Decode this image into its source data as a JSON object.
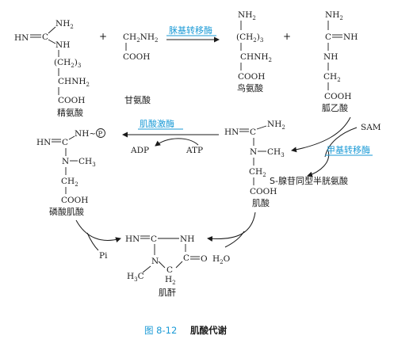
{
  "arginine": {
    "guan_left": "HN",
    "guan_top": "NH",
    "guan_top_sub": "2",
    "c": "C",
    "nh": "NH",
    "chain": "(CH",
    "chain_sub": "2",
    "chain_tail": ")",
    "chain_n": "3",
    "chnh": "CHNH",
    "chnh_sub": "2",
    "cooh": "COOH",
    "name": "精氨酸"
  },
  "glycine": {
    "ch2nh2": "CH",
    "ch2nh2_sub1": "2",
    "ch2nh2_mid": "NH",
    "ch2nh2_sub2": "2",
    "cooh": "COOH",
    "name": "甘氨酸"
  },
  "ornithine": {
    "nh2": "NH",
    "nh2_sub": "2",
    "chain": "(CH",
    "chain_sub": "2",
    "chain_tail": ")",
    "chain_n": "3",
    "chnh": "CHNH",
    "chnh_sub": "2",
    "cooh": "COOH",
    "name": "鸟氨酸"
  },
  "guanidinoacetate": {
    "nh2": "NH",
    "nh2_sub": "2",
    "c": "C",
    "nh_right": "NH",
    "nh": "NH",
    "ch2": "CH",
    "ch2_sub": "2",
    "cooh": "COOH",
    "name": "胍乙酸"
  },
  "creatine": {
    "hn": "HN",
    "c": "C",
    "nh2": "NH",
    "nh2_sub": "2",
    "n": "N",
    "ch3": "CH",
    "ch3_sub": "3",
    "ch2": "CH",
    "ch2_sub": "2",
    "cooh": "COOH",
    "name": "肌酸"
  },
  "phosphocreatine": {
    "hn": "HN",
    "c": "C",
    "nh_p": "NH~",
    "p": "P",
    "n": "N",
    "ch3": "CH",
    "ch3_sub": "3",
    "ch2": "CH",
    "ch2_sub": "2",
    "cooh": "COOH",
    "name": "磷酸肌酸"
  },
  "creatinine": {
    "hn": "HN",
    "c": "C",
    "nh": "NH",
    "n": "N",
    "h3c": "H",
    "h3c_sub": "3",
    "h3c_tail": "C",
    "ch2": "C",
    "h2": "H",
    "h2_sub": "2",
    "co": "C",
    "o": "O",
    "name": "肌酐"
  },
  "reaction": {
    "plus": "+",
    "amidinotransferase": "脒基转移酶",
    "creatine_kinase": "肌酸激酶",
    "methyltransferase": "甲基转移酶",
    "adp": "ADP",
    "atp": "ATP",
    "sam": "SAM",
    "sah": "S-腺苷同型半胱氨酸",
    "pi": "Pi",
    "h2o": "H",
    "h2o_sub": "2",
    "h2o_tail": "O"
  },
  "caption": {
    "label": "图 8-12",
    "title": "肌酸代谢"
  }
}
